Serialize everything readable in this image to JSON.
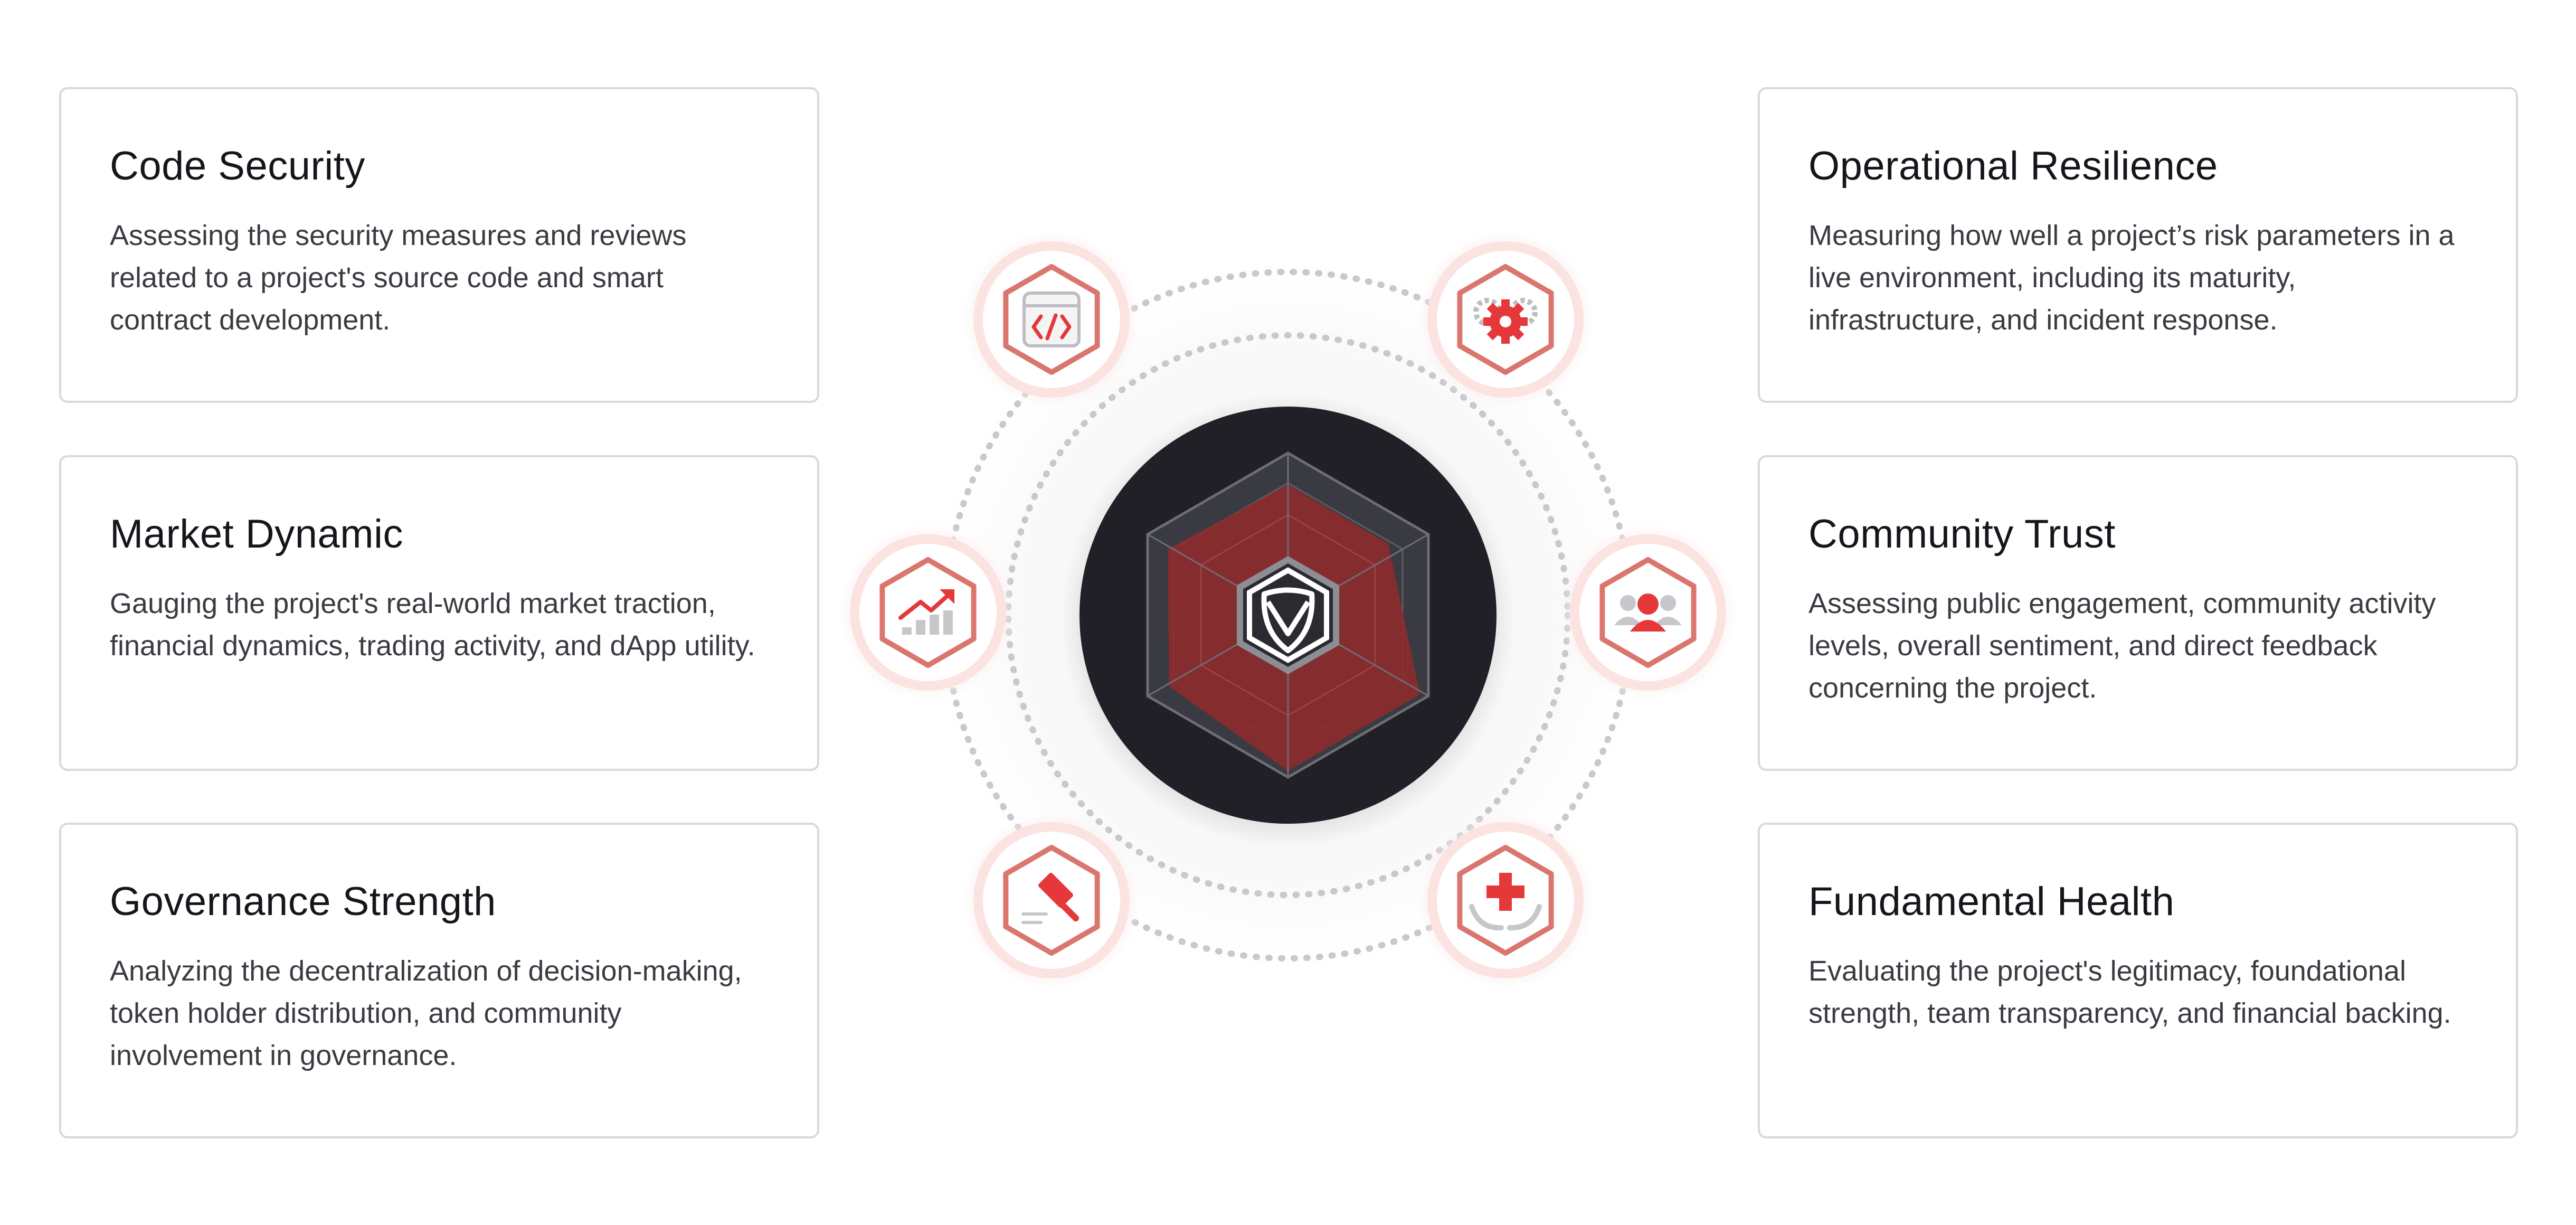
{
  "cards": {
    "code_security": {
      "title": "Code Security",
      "description": "Assessing the security measures and reviews related to a project's source code and smart contract development.",
      "icon": "code-window-icon"
    },
    "market_dynamic": {
      "title": "Market Dynamic",
      "description": "Gauging the project's real-world market traction, financial dynamics, trading activity, and dApp utility.",
      "icon": "trend-chart-icon"
    },
    "governance_strength": {
      "title": "Governance Strength",
      "description": "Analyzing the decentralization of decision-making, token holder distribution, and community involvement in governance.",
      "icon": "gavel-icon"
    },
    "operational_resilience": {
      "title": "Operational Resilience",
      "description": "Measuring how well a project’s risk parameters in a live environment, including its maturity, infrastructure, and incident response.",
      "icon": "gears-icon"
    },
    "community_trust": {
      "title": "Community Trust",
      "description": "Assessing public engagement, community activity levels, overall sentiment, and direct feedback concerning the project.",
      "icon": "people-icon"
    },
    "fundamental_health": {
      "title": "Fundamental Health",
      "description": "Evaluating the project's legitimacy, foundational strength, team transparency, and financial backing.",
      "icon": "medical-cross-hands-icon"
    }
  },
  "center": {
    "icon": "shield-logo-icon",
    "radar_icon": "radar-hexagon-icon"
  },
  "colors": {
    "accent": "#e5383b",
    "icon_border": "#d9776f",
    "disk": "#202026",
    "radar_fill": "#8f2a2c",
    "card_border": "#d9d9dd",
    "text_title": "#15161b",
    "text_body": "#3a3b42"
  }
}
